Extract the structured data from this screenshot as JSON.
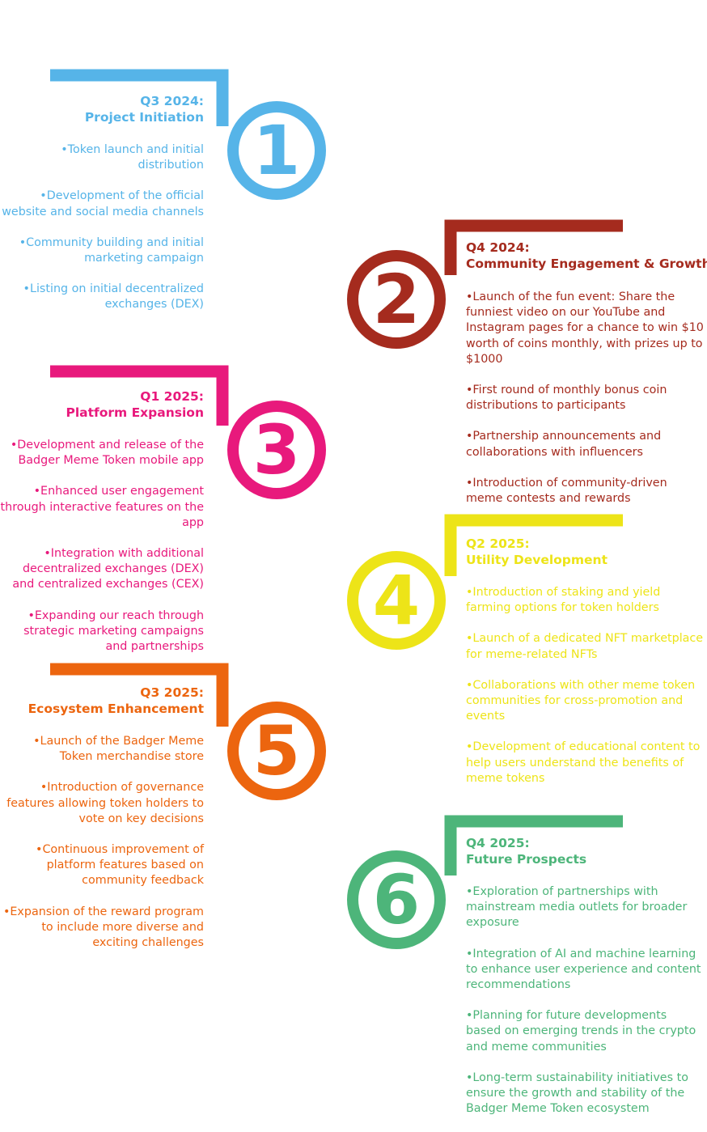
{
  "phases": [
    {
      "number": "1",
      "color": "#56b4e8",
      "period": "Q3 2024:",
      "name": "Project Initiation",
      "items": [
        "•Token launch and initial distribution",
        "•Development of the official website and social media channels",
        "•Community building and initial marketing campaign",
        "•Listing on initial decentralized exchanges (DEX)"
      ]
    },
    {
      "number": "2",
      "color": "#a52b1e",
      "period": "Q4 2024:",
      "name": "Community Engagement & Growth",
      "items": [
        "•Launch of the fun event: Share the funniest video on our YouTube and Instagram pages for a chance to win $10 worth of coins monthly, with prizes up to $1000",
        "•First round of monthly bonus coin distributions to participants",
        "•Partnership announcements and collaborations with influencers",
        "•Introduction of community-driven meme contests and rewards"
      ]
    },
    {
      "number": "3",
      "color": "#e8197c",
      "period": "Q1 2025:",
      "name": "Platform Expansion",
      "items": [
        "•Development and release of the Badger Meme Token mobile app",
        "•Enhanced user engagement through interactive features on the app",
        "•Integration with additional decentralized exchanges (DEX) and centralized exchanges (CEX)",
        "•Expanding our reach through strategic marketing campaigns and partnerships"
      ]
    },
    {
      "number": "4",
      "color": "#ede418",
      "period": "Q2 2025:",
      "name": "Utility Development",
      "items": [
        "•Introduction of staking and yield farming options for token holders",
        "•Launch of a dedicated NFT marketplace for meme-related NFTs",
        "•Collaborations with other meme token communities for cross-promotion and events",
        "•Development of educational content to help users understand the benefits of meme tokens"
      ]
    },
    {
      "number": "5",
      "color": "#ec650f",
      "period": "Q3 2025:",
      "name": "Ecosystem Enhancement",
      "items": [
        "•Launch of the Badger Meme Token merchandise store",
        "•Introduction of governance features allowing token holders to vote on key decisions",
        "•Continuous improvement of platform features based on community feedback",
        "•Expansion of the reward program to include more diverse and exciting challenges"
      ]
    },
    {
      "number": "6",
      "color": "#4db57a",
      "period": "Q4 2025:",
      "name": "Future Prospects",
      "items": [
        "•Exploration of partnerships with mainstream media outlets for broader exposure",
        "•Integration of AI and machine learning to enhance user experience and content recommendations",
        "•Planning for future developments based on emerging trends in the crypto and meme communities",
        "•Long-term sustainability initiatives to ensure the growth and stability of the Badger Meme Token ecosystem"
      ]
    }
  ]
}
